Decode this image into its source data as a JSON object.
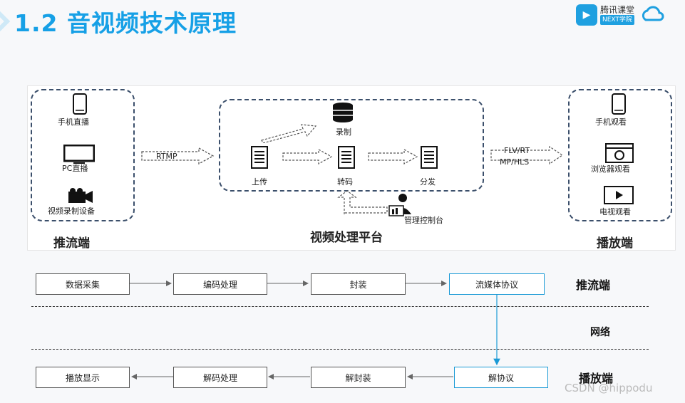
{
  "page": {
    "title": "1.2 音视频技术原理",
    "watermark": "CSDN @hippodu"
  },
  "logo": {
    "name": "腾讯课堂",
    "sub": "NEXT学院"
  },
  "diagram": {
    "push": {
      "label": "推流端",
      "items": [
        "手机直播",
        "PC直播",
        "视频录制设备"
      ]
    },
    "rtmp": "RTMP",
    "platform": {
      "label": "视频处理平台",
      "record": "录制",
      "upload": "上传",
      "transcode": "转码",
      "distribute": "分发",
      "console": "管理控制台"
    },
    "protocols": [
      "FLV/RT",
      "MP/HLS"
    ],
    "play": {
      "label": "播放端",
      "items": [
        "手机观看",
        "浏览器观看",
        "电视观看"
      ]
    }
  },
  "flow": {
    "top": [
      "数据采集",
      "编码处理",
      "封装",
      "流媒体协议"
    ],
    "top_label": "推流端",
    "network": "网络",
    "bottom": [
      "播放显示",
      "解码处理",
      "解封装",
      "解协议"
    ],
    "bottom_label": "播放端"
  },
  "colors": {
    "title": "#16a0e6",
    "accent": "#1a9ad6",
    "dash": "#3b4f6b"
  }
}
